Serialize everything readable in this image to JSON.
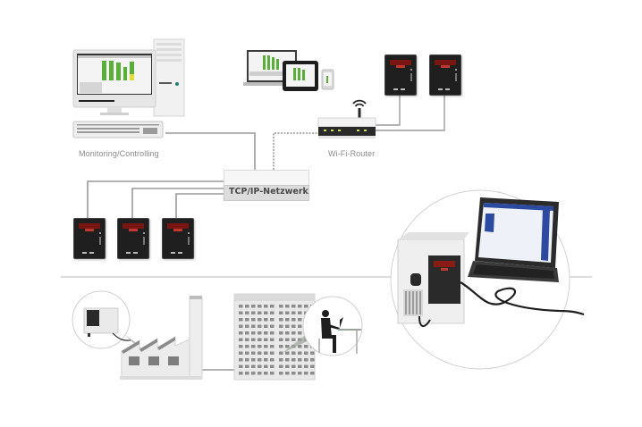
{
  "diagram": {
    "title": "Network topology: monitoring and controlling via TCP/IP",
    "labels": {
      "monitoring": "Monitoring/Controlling",
      "router": "Wi-Fi-Router",
      "network": "TCP/IP-Netzwerk"
    },
    "nodes": [
      {
        "id": "pc",
        "kind": "desktop-computer",
        "label_ref": "monitoring"
      },
      {
        "id": "mobile",
        "kind": "laptop-tablet-phone"
      },
      {
        "id": "router",
        "kind": "wifi-router",
        "label_ref": "router"
      },
      {
        "id": "switch",
        "kind": "network-switch",
        "label_ref": "network"
      },
      {
        "id": "ctrl-wifi-1",
        "kind": "controller"
      },
      {
        "id": "ctrl-wifi-2",
        "kind": "controller"
      },
      {
        "id": "ctrl-lan-1",
        "kind": "controller"
      },
      {
        "id": "ctrl-lan-2",
        "kind": "controller"
      },
      {
        "id": "ctrl-lan-3",
        "kind": "controller"
      },
      {
        "id": "instrument-laptop",
        "kind": "instrument-with-laptop"
      },
      {
        "id": "factory",
        "kind": "factory-building"
      },
      {
        "id": "office",
        "kind": "office-building"
      }
    ],
    "colors": {
      "line": "#9a9a9a",
      "device_dark": "#1f1f1f",
      "display_red": "#c0382e",
      "screen_green": "#5aae3a",
      "screen_yellow": "#e0dc3a",
      "laptop_blue": "#2b4aa0"
    }
  }
}
